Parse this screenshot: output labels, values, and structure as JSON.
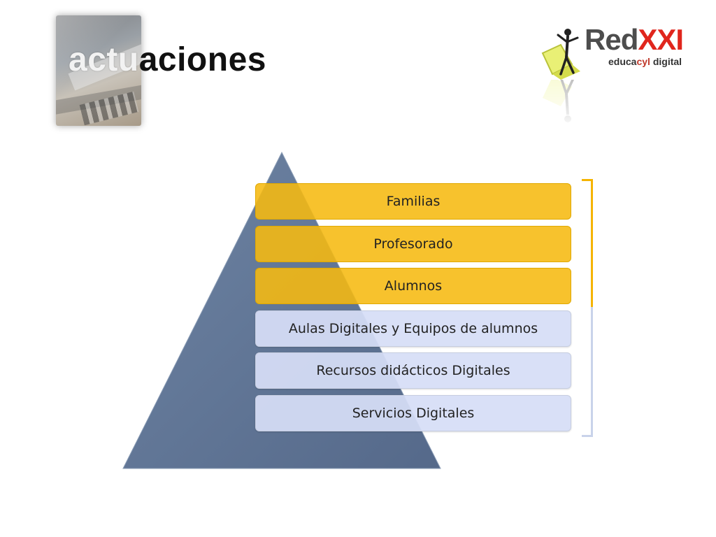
{
  "slide": {
    "title_overlay": "actu",
    "title_rest": "aciones"
  },
  "logo": {
    "brand_main": "Red",
    "brand_accent": "XXI",
    "tagline_pre": "educa",
    "tagline_accent": "cyl",
    "tagline_post": " digital",
    "icon": "stick-figure-laptop-icon"
  },
  "pyramid": {
    "levels": [
      {
        "label": "Familias",
        "group": "gold"
      },
      {
        "label": "Profesorado",
        "group": "gold"
      },
      {
        "label": "Alumnos",
        "group": "gold"
      },
      {
        "label": "Aulas Digitales y Equipos de alumnos",
        "group": "blue"
      },
      {
        "label": "Recursos didácticos Digitales",
        "group": "blue"
      },
      {
        "label": "Servicios Digitales",
        "group": "blue"
      }
    ]
  },
  "colors": {
    "gold": "#F6BA10",
    "blue": "#D6DEF6",
    "pyramid": "#5F7594",
    "brand_red": "#E0261D"
  }
}
